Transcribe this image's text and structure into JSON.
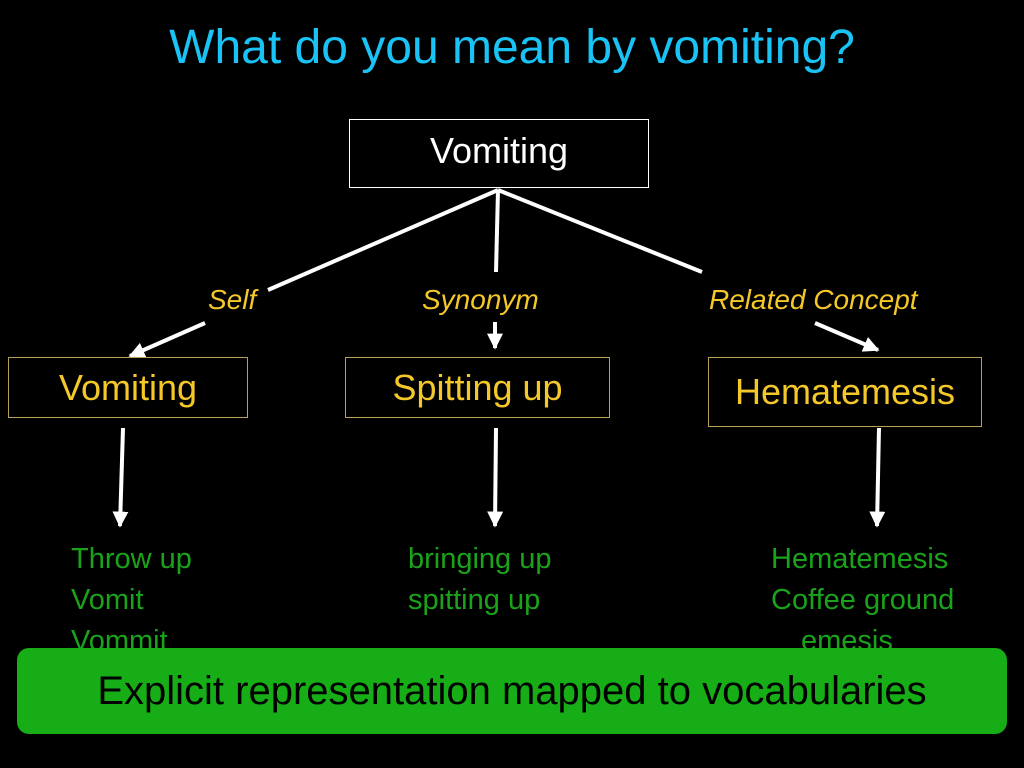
{
  "title": "What do you mean by vomiting?",
  "root": {
    "label": "Vomiting"
  },
  "relations": [
    {
      "label": "Self",
      "child": "Vomiting",
      "terms": [
        "Throw up",
        "Vomit",
        "Vommit",
        "..."
      ]
    },
    {
      "label": "Synonym",
      "child": "Spitting up",
      "terms": [
        "bringing up",
        "spitting up"
      ]
    },
    {
      "label": "Related Concept",
      "child": "Hematemesis",
      "terms": [
        "Hematemesis",
        "Coffee ground",
        "emesis"
      ]
    }
  ],
  "banner": "Explicit representation mapped to vocabularies",
  "colors": {
    "title": "#19c3f5",
    "relation_label": "#f5c82a",
    "child_text": "#f5c82a",
    "term_text": "#1aa31a",
    "banner_bg": "#17ad17",
    "line": "#ffffff"
  }
}
